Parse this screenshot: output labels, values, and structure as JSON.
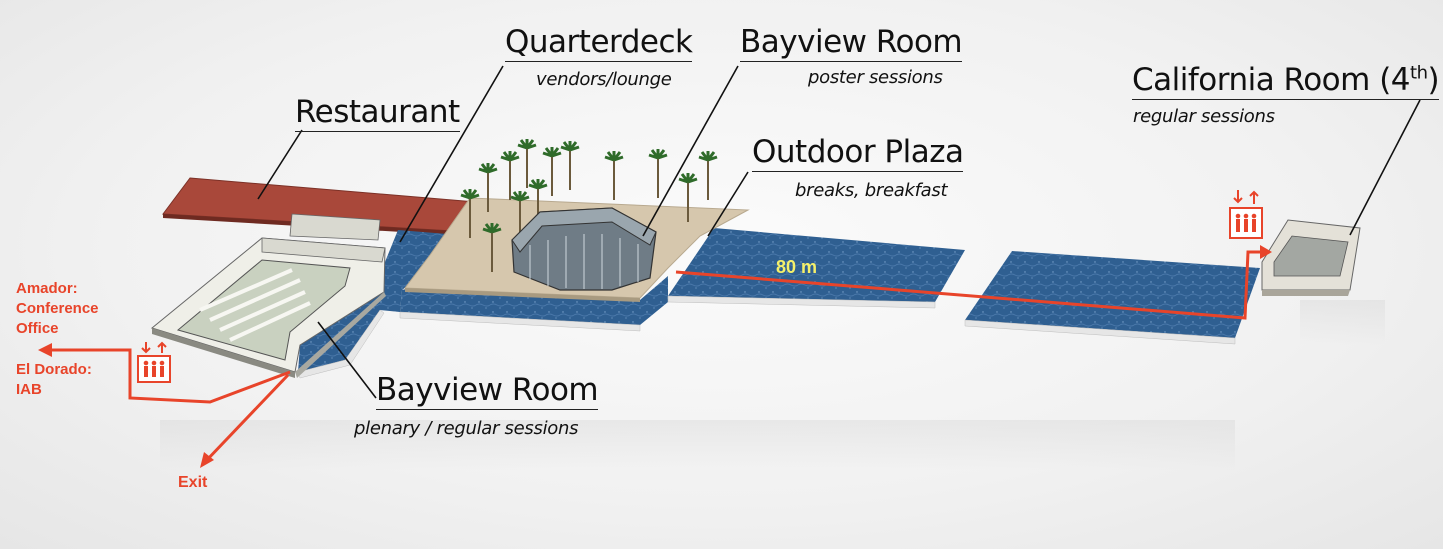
{
  "labels": {
    "quarterdeck": {
      "title": "Quarterdeck",
      "subtitle": "vendors/lounge"
    },
    "bayview_upper": {
      "title": "Bayview Room",
      "subtitle": "poster sessions"
    },
    "restaurant": {
      "title": "Restaurant"
    },
    "outdoor_plaza": {
      "title": "Outdoor Plaza",
      "subtitle": "breaks, breakfast"
    },
    "california": {
      "title": "California Room (4",
      "title_sup": "th",
      "title_end": ")",
      "subtitle": "regular sessions"
    },
    "bayview_lower": {
      "title": "Bayview Room",
      "subtitle": "plenary / regular sessions"
    }
  },
  "side_labels": {
    "amador": [
      "Amador:",
      "Conference",
      "Office"
    ],
    "el_dorado": [
      "El Dorado:",
      "IAB"
    ],
    "exit": "Exit"
  },
  "distance": "80 m",
  "colors": {
    "water": "#2f5f91",
    "deck": "#d6c7ad",
    "restaurant": "#a9483a",
    "route": "#e8442a",
    "distance_text": "#f5f06a"
  },
  "icons": [
    "elevator-icon-left",
    "elevator-icon-right"
  ]
}
